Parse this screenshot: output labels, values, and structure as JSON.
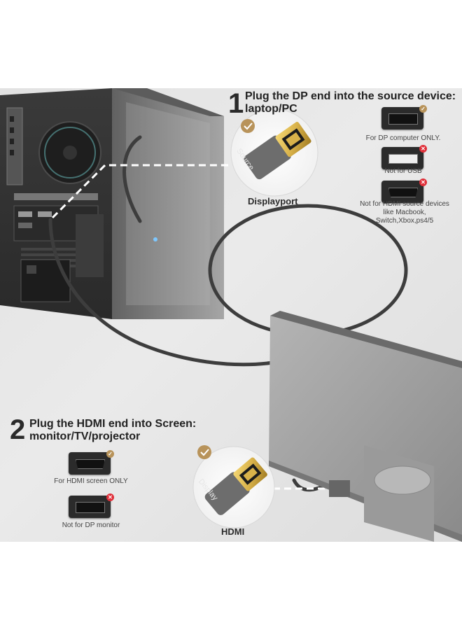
{
  "step1": {
    "number": "1",
    "title_line1": "Plug the DP end into the source device:",
    "title_line2": "laptop/PC",
    "connector_label": "Displayport",
    "connector_text": "Source",
    "ports": [
      {
        "label": "For DP computer ONLY.",
        "icon": "displayport-port-icon",
        "status": "check"
      },
      {
        "label": "Not for USB",
        "icon": "usb-port-icon",
        "status": "cross"
      },
      {
        "label": "Not for HDMI source devices like Macbook, Switch,Xbox,ps4/5",
        "icon": "hdmi-port-icon",
        "status": "cross"
      }
    ]
  },
  "step2": {
    "number": "2",
    "title_line1": "Plug the HDMI end into Screen:",
    "title_line2": "monitor/TV/projector",
    "connector_label": "HDMI",
    "connector_text": "Display",
    "ports": [
      {
        "label": "For HDMI screen ONLY",
        "icon": "hdmi-port-icon",
        "status": "check"
      },
      {
        "label": "Not for DP monitor",
        "icon": "displayport-port-icon",
        "status": "cross"
      }
    ]
  },
  "colors": {
    "gold": "#d9b24a",
    "connector_gray": "#6d6d6d",
    "check_badge": "#b8935a",
    "cross_badge": "#e0303a"
  }
}
